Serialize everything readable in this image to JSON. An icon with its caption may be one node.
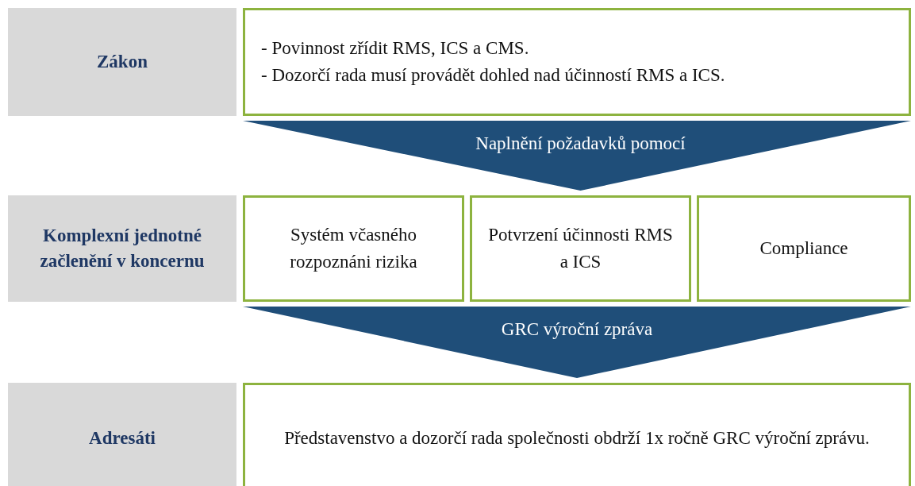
{
  "diagram": {
    "nodes": [
      {
        "text": [
          "Zákon"
        ]
      },
      {
        "text": [
          "- Povinnost zřídit RMS, ICS a CMS.",
          "- Dozorčí rada musí provádět dohled nad účinností RMS a ICS."
        ]
      },
      {
        "text": [
          "Komplexní jednotné začlenění v koncernu"
        ]
      },
      {
        "text": [
          "Systém včasného rozpoznáni rizika"
        ]
      },
      {
        "text": [
          "Potvrzení účinnosti RMS a ICS"
        ]
      },
      {
        "text": [
          "Compliance"
        ]
      },
      {
        "text": [
          "Adresáti"
        ]
      },
      {
        "text": [
          "Představenstvo a dozorčí rada společnosti obdrží 1x ročně GRC výroční zprávu."
        ]
      }
    ],
    "edges": [
      {
        "from": 1,
        "to": 4,
        "arrow": "to",
        "label": "Naplnění požadavků pomocí"
      },
      {
        "from": 4,
        "to": 7,
        "arrow": "to",
        "label": "GRC výroční zpráva"
      }
    ]
  }
}
